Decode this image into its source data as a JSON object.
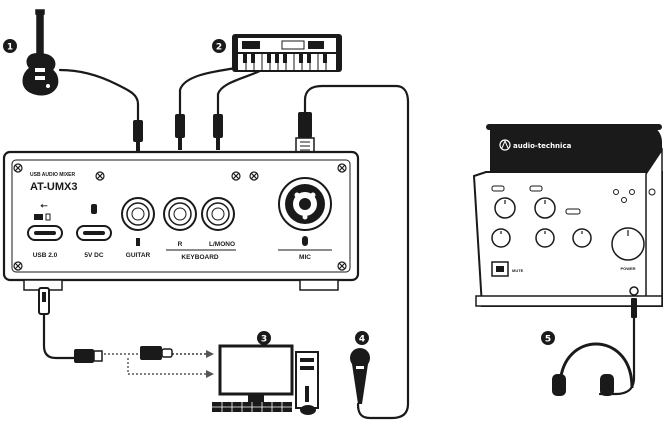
{
  "badges": {
    "b1": "1",
    "b2": "2",
    "b3": "3",
    "b4": "4",
    "b5": "5"
  },
  "mixer": {
    "subtitle": "USB AUDIO MIXER",
    "model": "AT-UMX3",
    "port_usb": "USB 2.0",
    "port_dc": "5V DC",
    "port_guitar": "GUITAR",
    "port_r": "R",
    "port_lmono": "L/MONO",
    "port_keyboard": "KEYBOARD",
    "port_mic": "MIC"
  },
  "front": {
    "brand": "audio-technica",
    "mute": "MUTE",
    "power": "POWER"
  },
  "icons": {
    "guitar": "electric-guitar-icon",
    "keyboard": "synth-keyboard-icon",
    "computer": "desktop-computer-icon",
    "microphone": "microphone-icon",
    "headphones": "headphones-icon"
  }
}
